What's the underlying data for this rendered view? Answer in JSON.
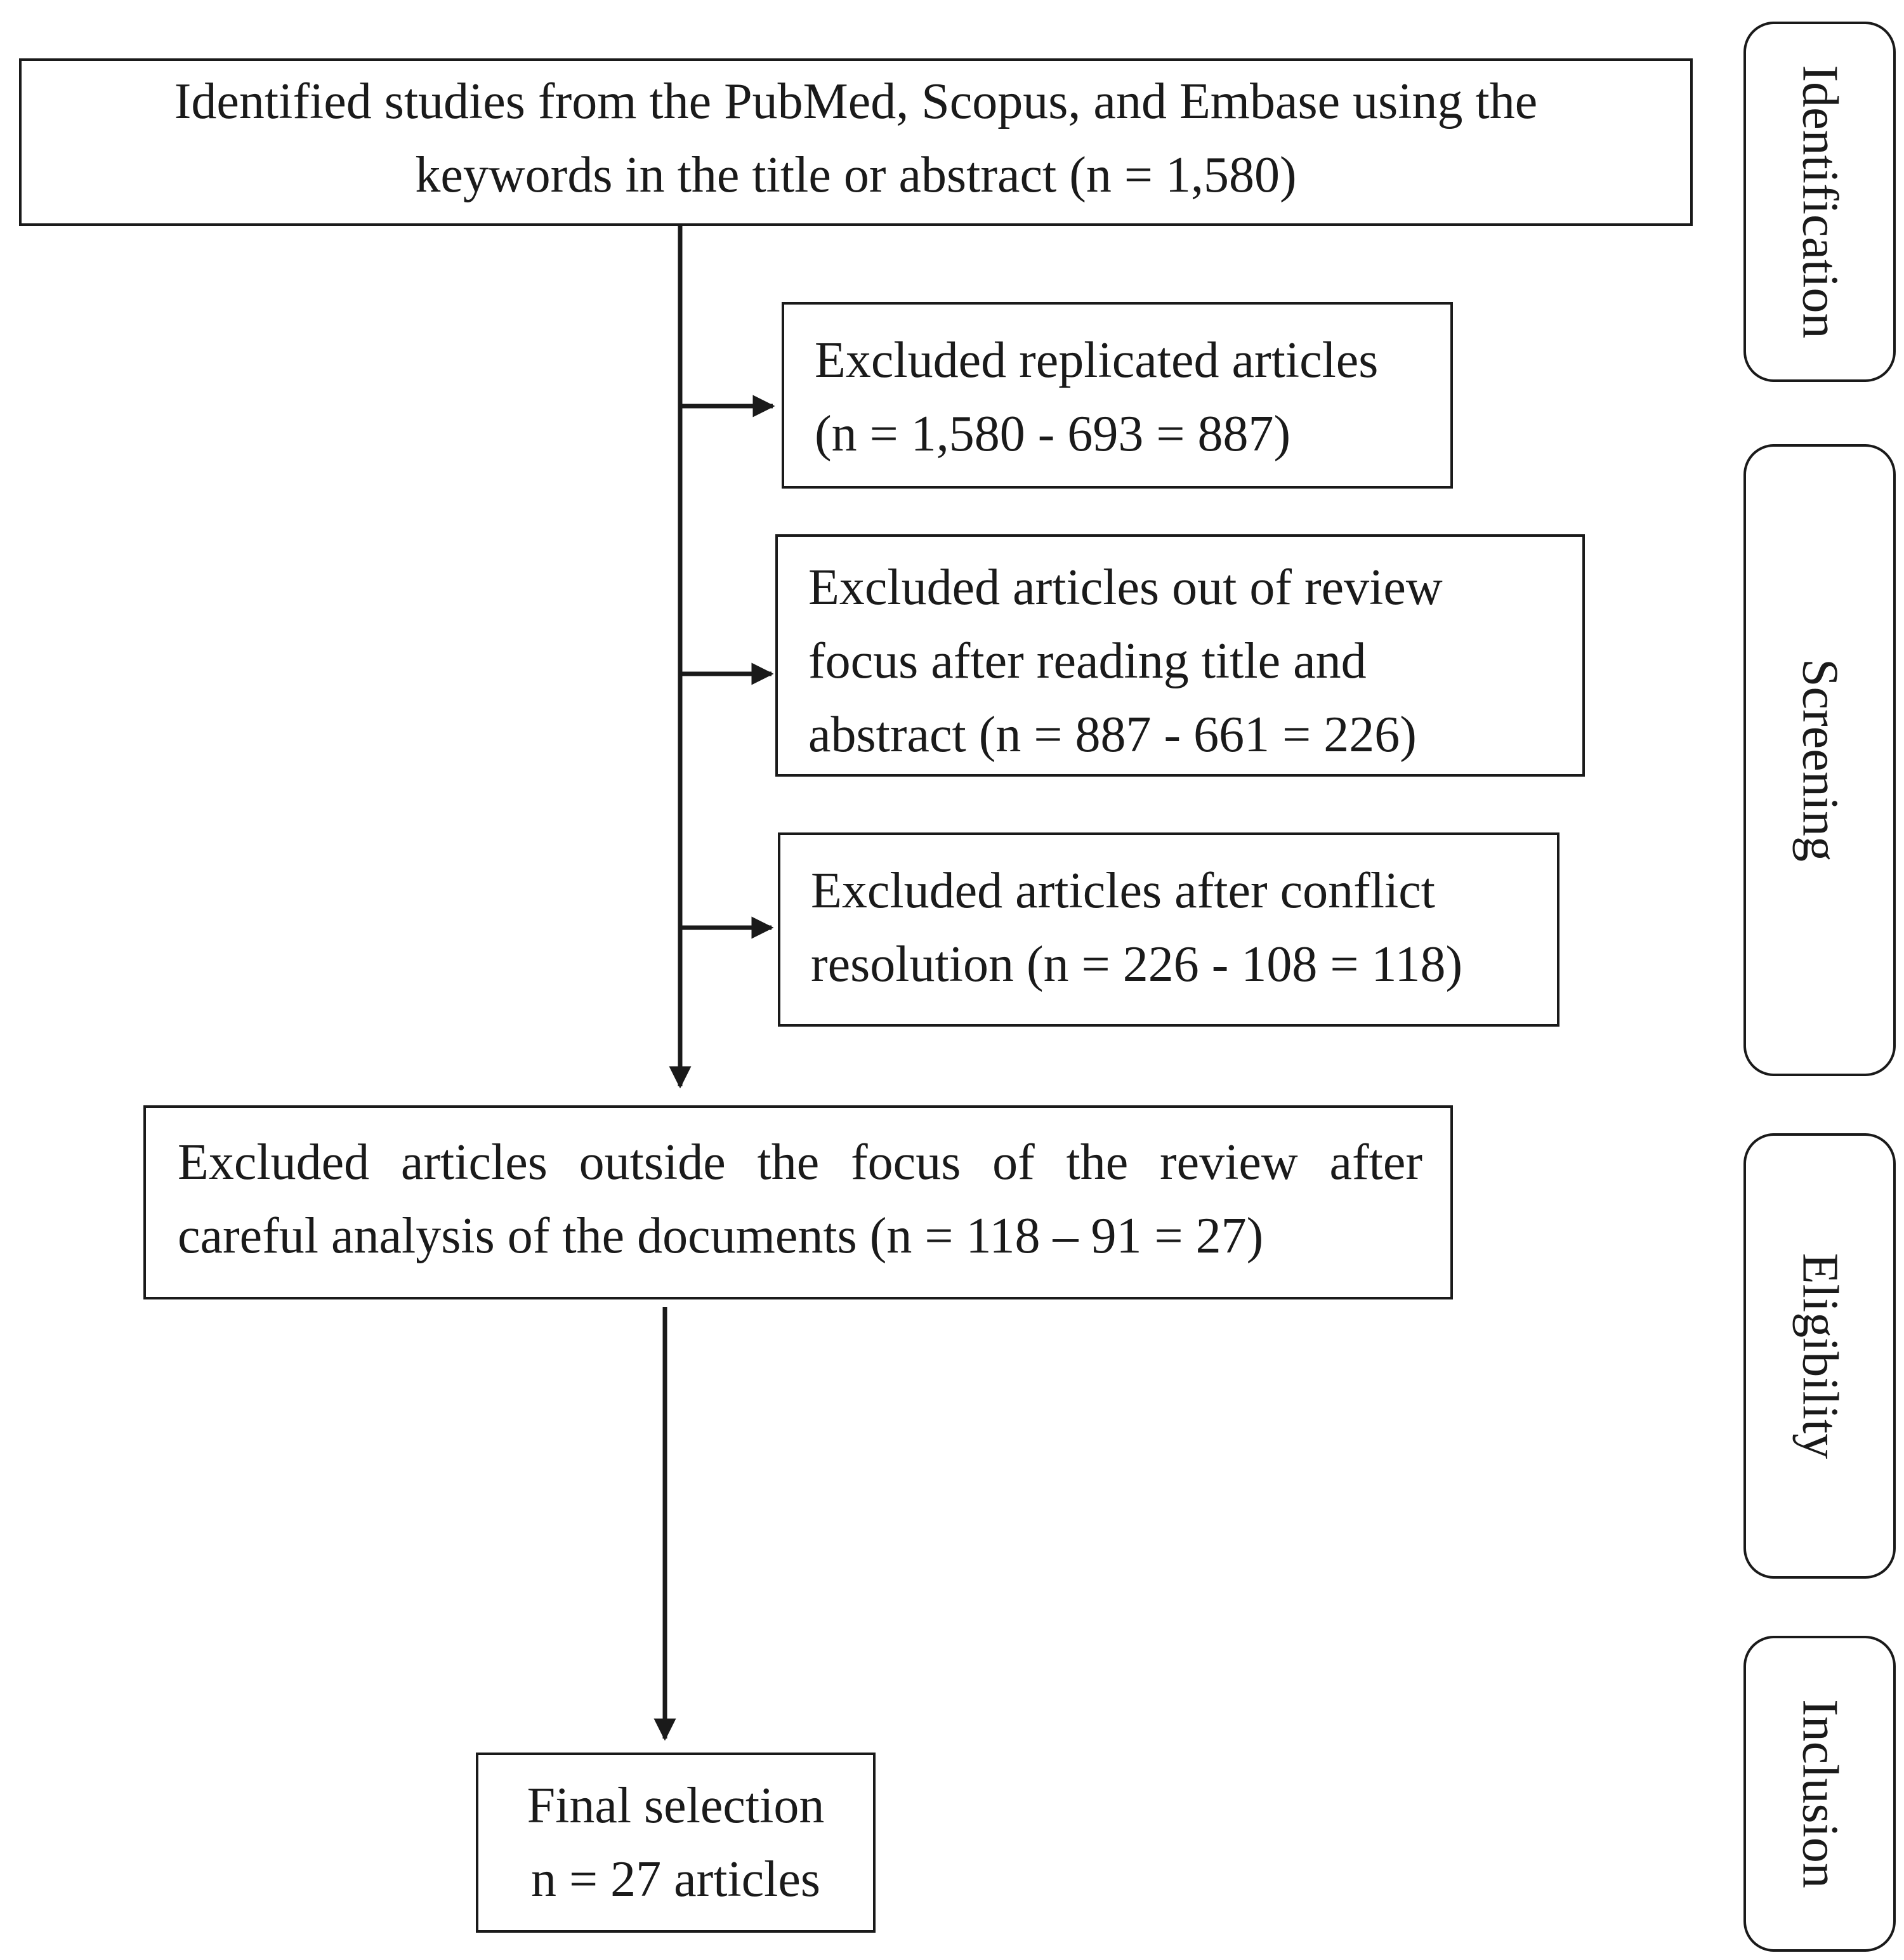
{
  "flow": {
    "identified": {
      "line1": "Identified studies from the PubMed, Scopus, and Embase using the",
      "line2": "keywords in the title or abstract (n = 1,580)"
    },
    "excluded_replicated": {
      "line1": "Excluded replicated articles",
      "line2": "(n = 1,580 - 693 = 887)"
    },
    "excluded_out_of_focus": {
      "line1": "Excluded articles out of review",
      "line2": "focus after reading title and",
      "line3": "abstract (n = 887 - 661 = 226)"
    },
    "excluded_conflict": {
      "line1": "Excluded articles after conflict",
      "line2": "resolution (n = 226 - 108 = 118)"
    },
    "excluded_outside_focus": {
      "line1": "Excluded articles outside the focus of the review after",
      "line2": "careful analysis of the documents (n = 118 – 91 = 27)"
    },
    "final": {
      "line1": "Final selection",
      "line2": "n = 27 articles"
    }
  },
  "stages": {
    "identification": "Identification",
    "screening": "Screening",
    "eligibility": "Eligibility",
    "inclusion": "Inclusion"
  },
  "colors": {
    "line": "#1a1a1a",
    "background": "#ffffff"
  }
}
